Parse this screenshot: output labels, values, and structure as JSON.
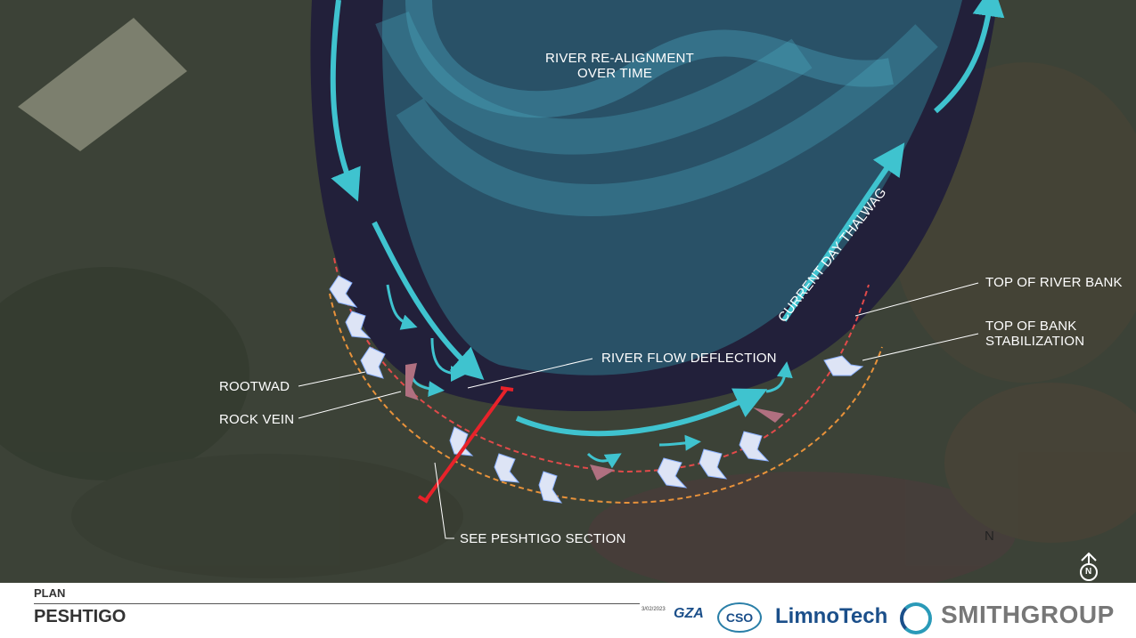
{
  "labels": {
    "realignment": [
      "RIVER RE-ALIGNMENT",
      "OVER TIME"
    ],
    "thalweg": "CURRENT DAY THALWAG",
    "top_of_river_bank": "TOP OF RIVER BANK",
    "top_of_bank_stabilization": [
      "TOP OF BANK",
      "STABILIZATION"
    ],
    "flow_deflection": "RIVER FLOW DEFLECTION",
    "rootwad": "ROOTWAD",
    "rock_vein": "ROCK VEIN",
    "see_section": "SEE PESHTIGO SECTION",
    "north_map": "N",
    "north_arrow": "N"
  },
  "footer": {
    "subtitle": "PLAN",
    "title": "PESHTIGO",
    "date": "3/02/2023",
    "logos": [
      "GZA",
      "CSO",
      "LimnoTech",
      "SMITHGROUP"
    ]
  },
  "colors": {
    "river": "#22203a",
    "arrow": "#3fc3cf",
    "section_line": "#e8222a",
    "bank_line": "#e24a4a",
    "stabilization_line": "#e8923a"
  }
}
